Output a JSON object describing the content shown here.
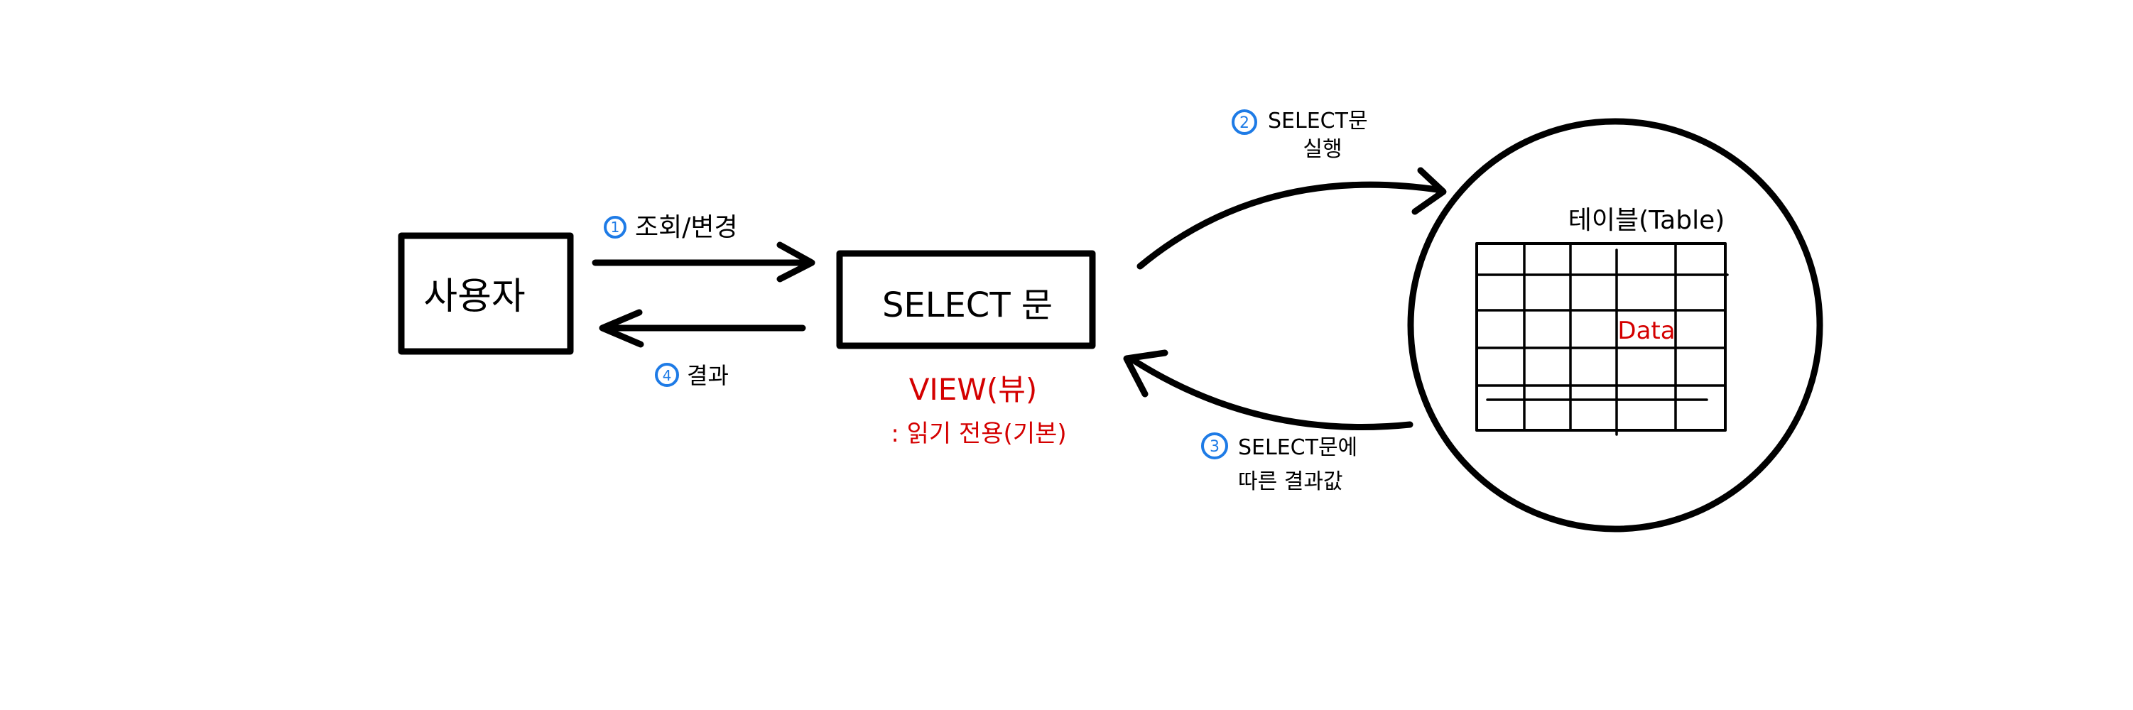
{
  "nodes": {
    "user": {
      "label": "사용자"
    },
    "select": {
      "label": "SELECT 문"
    },
    "table": {
      "label": "테이블(Table)",
      "cell_text": "Data"
    }
  },
  "view_note": {
    "title": "VIEW(뷰)",
    "subtitle": ": 읽기 전용(기본)"
  },
  "steps": [
    {
      "number": "1",
      "text": [
        "조회/변경"
      ]
    },
    {
      "number": "2",
      "text": [
        "SELECT문",
        "실행"
      ]
    },
    {
      "number": "3",
      "text": [
        "SELECT문에",
        "따른 결과값"
      ]
    },
    {
      "number": "4",
      "text": [
        "결과"
      ]
    }
  ],
  "colors": {
    "ink": "#000000",
    "accent_red": "#d40000",
    "step_blue": "#1e7be6"
  }
}
